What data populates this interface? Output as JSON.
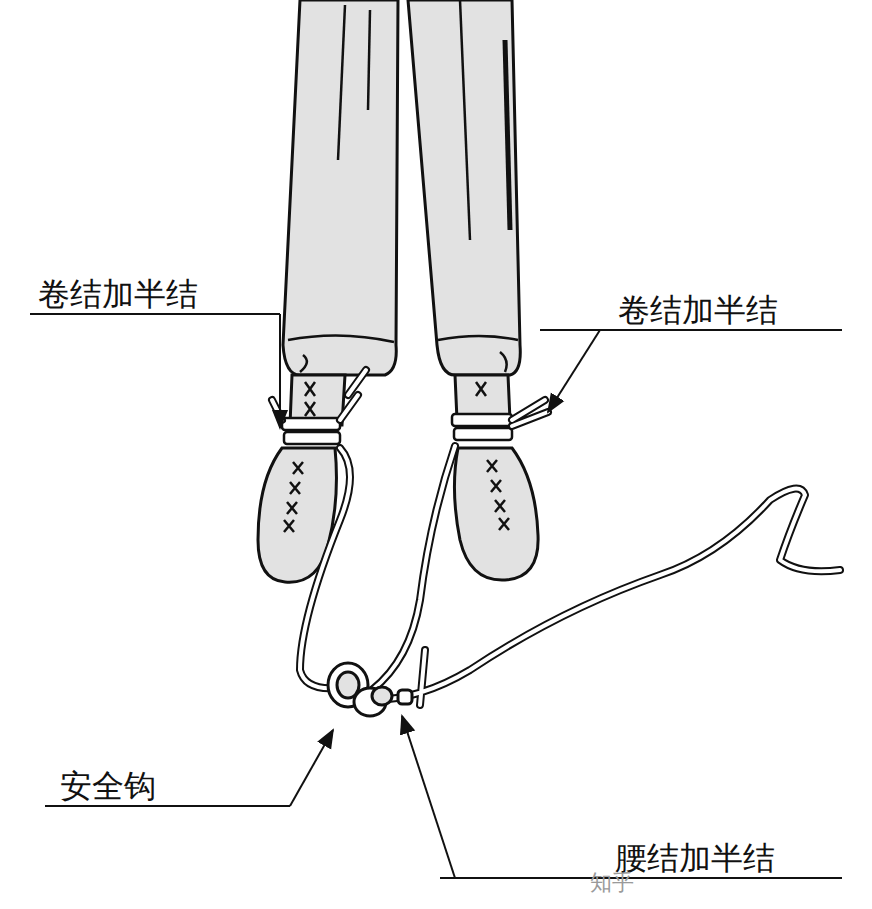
{
  "diagram": {
    "labels": [
      "卷结加半结",
      "卷结加半结",
      "安全钩",
      "腰结加半结",
      "知乎"
    ]
  }
}
